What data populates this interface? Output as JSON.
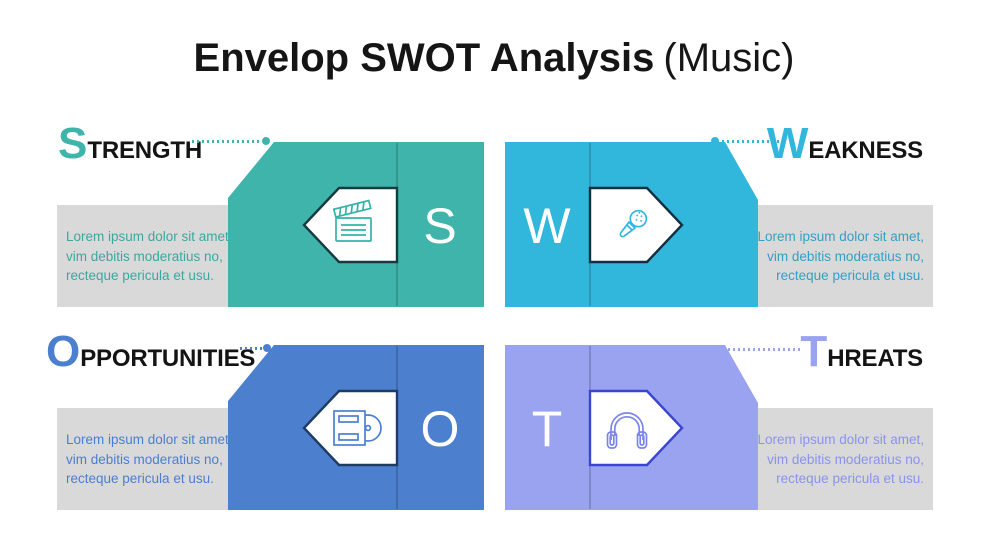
{
  "title": {
    "main": "Envelop SWOT Analysis",
    "suffix": "(Music)"
  },
  "description_box_color": "#d9d9d9",
  "background_color": "#ffffff",
  "quadrants": [
    {
      "name": "Strength",
      "heading_initial": "S",
      "heading_rest": "TRENGTH",
      "envelope_letter": "S",
      "icon": "clapperboard-icon",
      "accent_color": "#3eb4aa",
      "pentagon_outline_color": "#173a40",
      "description_text_color": "#3aa89f",
      "description_lines": [
        "Lorem ipsum dolor sit amet,",
        "vim debitis moderatius no,",
        "recteque pericula et usu."
      ]
    },
    {
      "name": "Weakness",
      "heading_initial": "W",
      "heading_rest": "EAKNESS",
      "envelope_letter": "W",
      "icon": "microphone-icon",
      "accent_color": "#31b7db",
      "pentagon_outline_color": "#132e3e",
      "description_text_color": "#339fc4",
      "description_lines": [
        "Lorem ipsum dolor sit amet,",
        "vim debitis moderatius no,",
        "recteque pericula et usu."
      ]
    },
    {
      "name": "Opportunities",
      "heading_initial": "O",
      "heading_rest": "PPORTUNITIES",
      "envelope_letter": "O",
      "icon": "cd-case-icon",
      "accent_color": "#4c80ce",
      "pentagon_outline_color": "#1d3c64",
      "description_text_color": "#4a7ed2",
      "description_lines": [
        "Lorem ipsum dolor sit amet,",
        "vim debitis moderatius no,",
        "recteque pericula et usu."
      ]
    },
    {
      "name": "Threats",
      "heading_initial": "T",
      "heading_rest": "HREATS",
      "envelope_letter": "T",
      "icon": "headphones-icon",
      "accent_color": "#9aa3f0",
      "pentagon_outline_color": "#3a45d0",
      "description_text_color": "#8a92ef",
      "description_lines": [
        "Lorem ipsum dolor sit amet,",
        "vim debitis moderatius no,",
        "recteque pericula et usu."
      ]
    }
  ]
}
